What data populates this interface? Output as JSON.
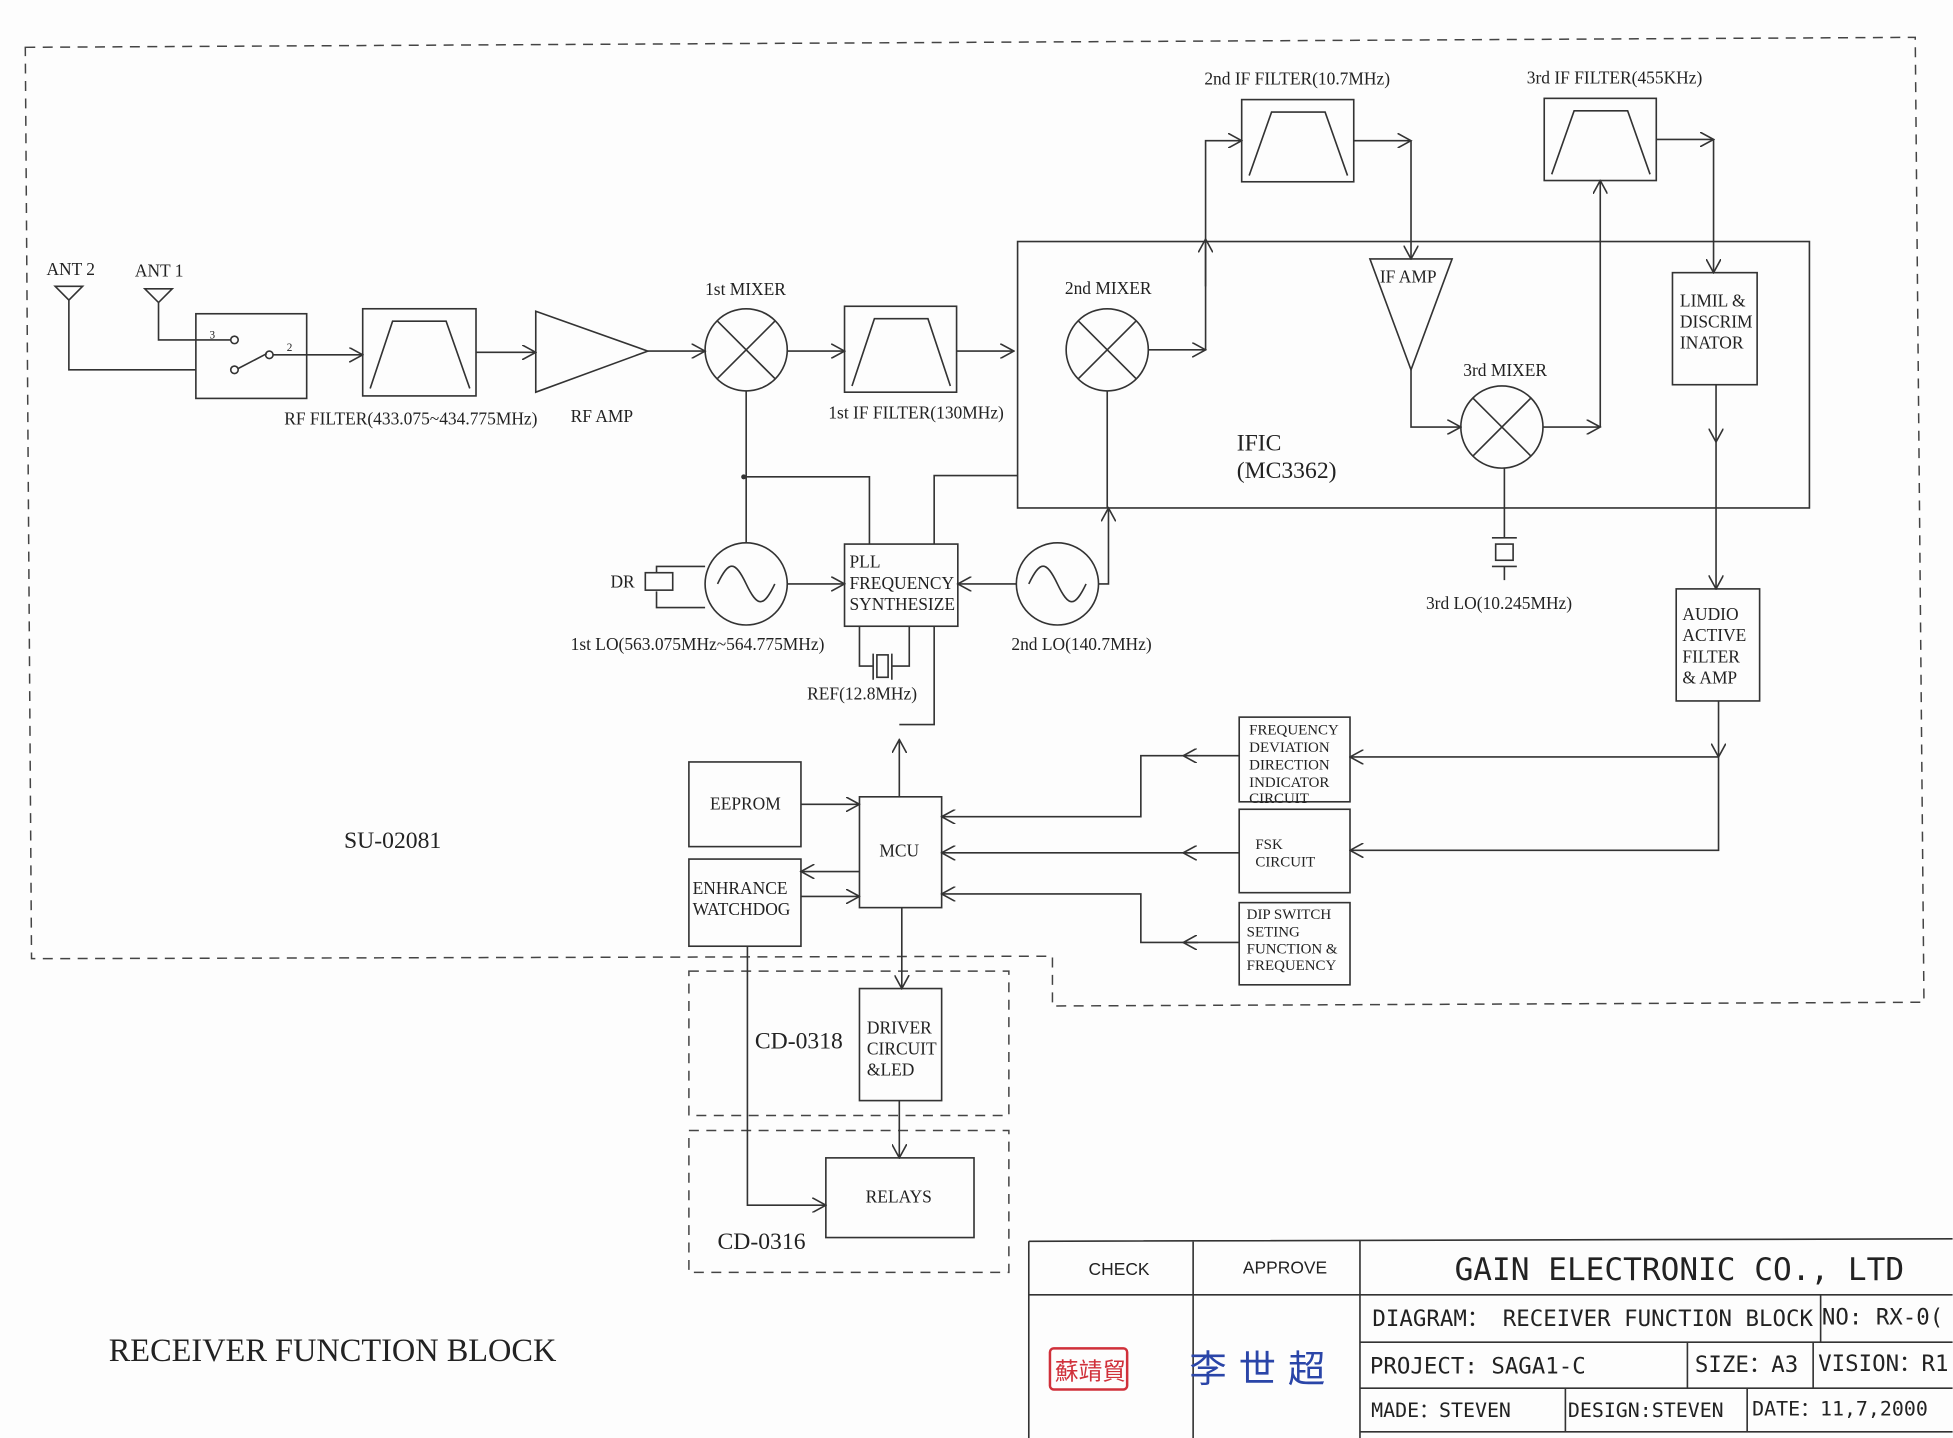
{
  "diagram": {
    "board_label": "SU-02081",
    "title": "RECEIVER FUNCTION BLOCK",
    "antennas": [
      "ANT 2",
      "ANT 1"
    ],
    "switch_pins": [
      "3",
      "2"
    ],
    "rf_filter": "RF FILTER(433.075~434.775MHz)",
    "rf_amp": "RF AMP",
    "mixer1": "1st MIXER",
    "if_filter1": "1st IF FILTER(130MHz)",
    "mixer2": "2nd MIXER",
    "if_filter2": "2nd IF FILTER(10.7MHz)",
    "if_filter3": "3rd IF FILTER(455KHz)",
    "if_amp": "IF AMP",
    "mixer3": "3rd MIXER",
    "limiter": [
      "LIMIL &",
      "DISCRIM",
      "INATOR"
    ],
    "ific": [
      "IFIC",
      "(MC3362)"
    ],
    "lo1": "1st LO(563.075MHz~564.775MHz)",
    "dr": "DR",
    "pll": [
      "PLL",
      "FREQUENCY",
      "SYNTHESIZE"
    ],
    "ref": "REF(12.8MHz)",
    "lo2": "2nd LO(140.7MHz)",
    "lo3": "3rd LO(10.245MHz)",
    "audio": [
      "AUDIO",
      "ACTIVE",
      "FILTER",
      "& AMP"
    ],
    "eeprom": "EEPROM",
    "mcu": "MCU",
    "watchdog": [
      "ENHRANCE",
      "WATCHDOG"
    ],
    "freq_dev": [
      "FREQUENCY",
      "DEVIATION",
      "DIRECTION",
      "INDICATOR",
      "CIRCUIT"
    ],
    "fsk": [
      "FSK",
      "CIRCUIT"
    ],
    "dip": [
      "DIP SWITCH",
      "SETING",
      "FUNCTION &",
      "FREQUENCY"
    ],
    "driver": [
      "DRIVER",
      "CIRCUIT",
      "&LED"
    ],
    "relays": "RELAYS",
    "cd0318": "CD-0318",
    "cd0316": "CD-0316"
  },
  "title_block": {
    "check": "CHECK",
    "approve": "APPROVE",
    "company": "GAIN ELECTRONIC CO., LTD",
    "diagram": "DIAGRAM： RECEIVER FUNCTION BLOCK",
    "no": "NO: RX-0(",
    "project": "PROJECT:  SAGA1-C",
    "size": "SIZE：A3",
    "version": "VISION：R1.",
    "made": "MADE：STEVEN",
    "design": "DESIGN:STEVEN",
    "date": "DATE：11,7,2000",
    "check_stamp": "蘇靖貿",
    "approve_signature": "李 世 超",
    "stamp_color": "#d0303a",
    "signature_color": "#2a45a8"
  }
}
